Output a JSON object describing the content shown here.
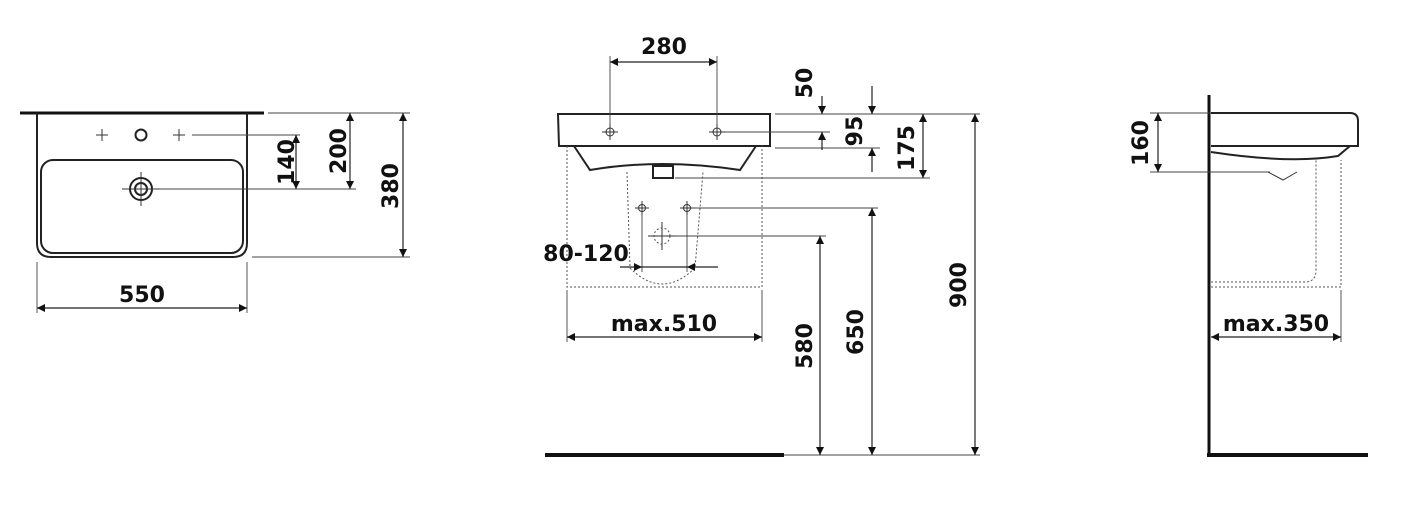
{
  "dimensions": {
    "top_width": "550",
    "top_depth": "380",
    "top_tap_to_edge": "200",
    "top_tap_to_drain": "140",
    "front_tap_spacing": "280",
    "front_rim": "50",
    "front_tap_height": "95",
    "front_bowl_height": "175",
    "front_pedestal_spread": "80-120",
    "front_max_width": "max.510",
    "front_580": "580",
    "front_650": "650",
    "front_900": "900",
    "side_160": "160",
    "side_max_depth": "max.350"
  }
}
